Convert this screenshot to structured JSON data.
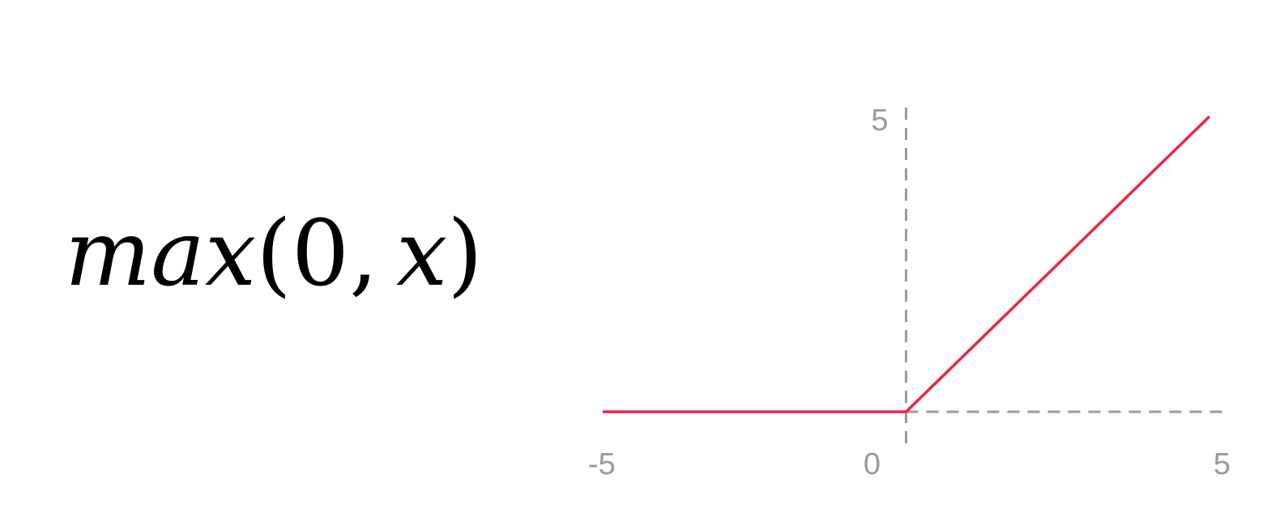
{
  "formula": {
    "prefix": "max",
    "open": "(",
    "zero": "0",
    "comma": ",",
    "var": "x",
    "close": ")"
  },
  "colors": {
    "series": "#ee2547",
    "axis": "#9a9a9a",
    "ticks": "#9a9a9a"
  },
  "chart_data": {
    "type": "line",
    "title": "",
    "xlabel": "",
    "ylabel": "",
    "xlim": [
      -5,
      5
    ],
    "ylim": [
      0,
      5
    ],
    "grid": false,
    "legend": "none",
    "x_ticks": [
      "-5",
      "0",
      "5"
    ],
    "y_ticks": [
      "5"
    ],
    "series": [
      {
        "x": [
          -5,
          0,
          5
        ],
        "y": [
          0,
          0,
          5
        ]
      }
    ]
  }
}
